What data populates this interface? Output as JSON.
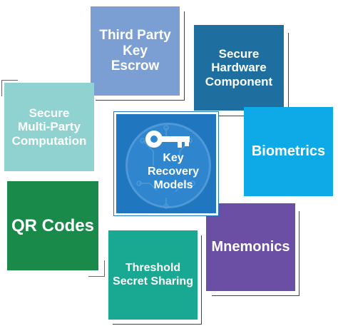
{
  "tiles": {
    "third_party": "Third Party\nKey\nEscrow",
    "secure_hardware": "Secure\nHardware\nComponent",
    "smpc": "Secure\nMulti-Party\nComputation",
    "center": "Key\nRecovery\nModels",
    "biometrics": "Biometrics",
    "qr_codes": "QR Codes",
    "mnemonics": "Mnemonics",
    "threshold": "Threshold\nSecret Sharing"
  },
  "icons": {
    "center": "key-icon"
  },
  "colors": {
    "third_party": "#7b9fd3",
    "secure_hardware": "#1e6f9f",
    "smpc": "#8fd2cf",
    "center": "#2176c0",
    "biometrics": "#0eaae8",
    "qr_codes": "#1a8a4a",
    "mnemonics": "#6a4fa5",
    "threshold": "#19a892"
  }
}
